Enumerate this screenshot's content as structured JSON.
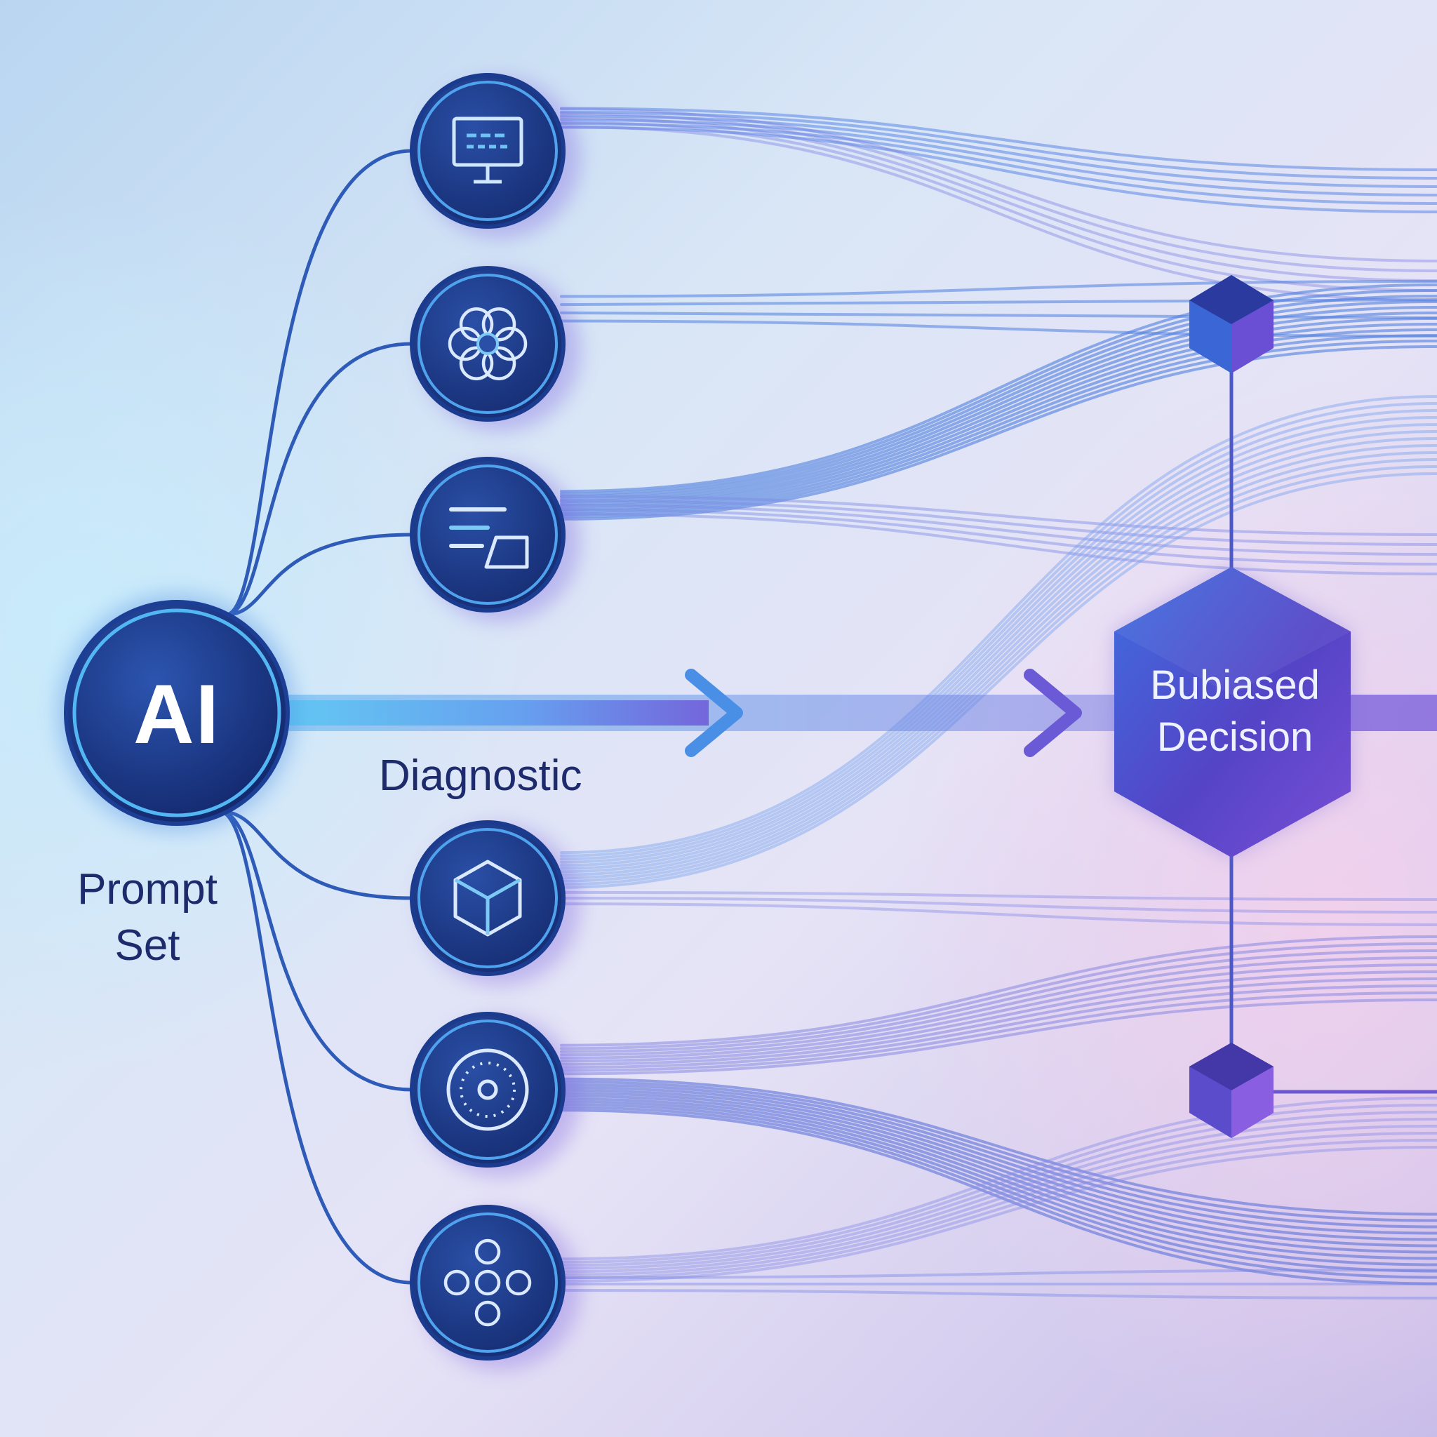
{
  "hub": {
    "label": "AI"
  },
  "caption_diagnostic": "Diagnostic",
  "caption_prompt_set": [
    "Prompt",
    "Set"
  ],
  "decision_node": {
    "label": [
      "Bubiased",
      "Decision"
    ]
  },
  "icon_nodes": [
    {
      "icon": "monitor-icon"
    },
    {
      "icon": "flower-icon"
    },
    {
      "icon": "document-lines-icon"
    },
    {
      "icon": "cube-icon"
    },
    {
      "icon": "dotted-ring-icon"
    },
    {
      "icon": "molecule-icon"
    }
  ],
  "colors": {
    "node_fill": "#1e3a86",
    "node_ring": "#4fa3ee",
    "wire": "#4f7fe0",
    "arrow_start": "#5cc7f2",
    "arrow_end": "#6c57d8",
    "decision_fill": "#5343c7",
    "text_dark": "#1d2a6b"
  }
}
